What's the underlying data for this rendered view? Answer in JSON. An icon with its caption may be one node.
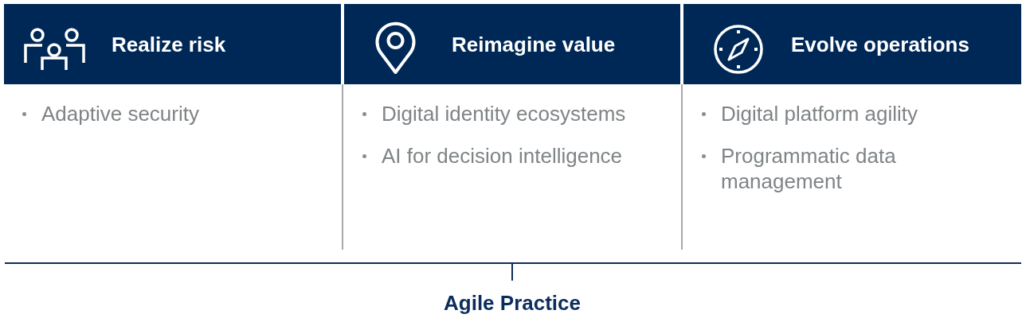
{
  "diagram": {
    "nodes": [
      {
        "text": [
          "Realize risk"
        ],
        "beside": [
          "Adaptive security"
        ]
      },
      {
        "text": [
          "Reimagine value"
        ],
        "beside": [
          "Digital identity ecosystems",
          "AI for decision intelligence"
        ]
      },
      {
        "text": [
          "Evolve operations"
        ],
        "beside": [
          "Digital platform agility",
          "Programmatic data management"
        ]
      }
    ],
    "labels": [
      "Agile Practice"
    ]
  }
}
